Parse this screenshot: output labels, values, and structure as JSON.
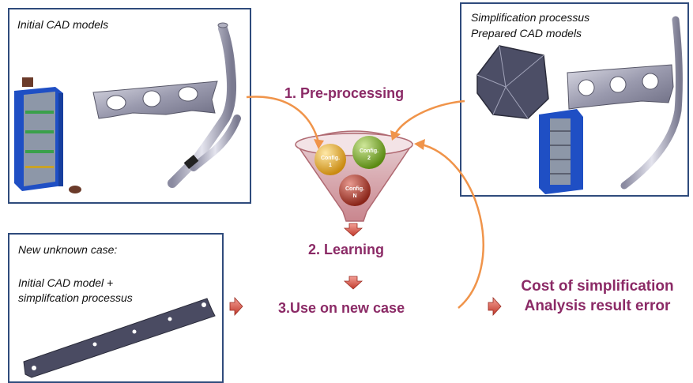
{
  "panels": {
    "initial": {
      "title": "Initial CAD models"
    },
    "simplified": {
      "title_line1": "Simplification processus",
      "title_line2": "Prepared CAD models"
    },
    "new_case": {
      "title": "New unknown case:",
      "desc_line1": "Initial CAD model +",
      "desc_line2": "simplifcation processus"
    }
  },
  "steps": {
    "pre_processing": "1. Pre-processing",
    "learning": "2. Learning",
    "use": "3.Use on new case"
  },
  "funnel": {
    "balls": [
      {
        "line1": "Config.",
        "line2": "1"
      },
      {
        "line1": "Config.",
        "line2": "2"
      },
      {
        "line1": "Config.",
        "line2": "N"
      }
    ]
  },
  "outputs": {
    "line1": "Cost of simplification",
    "line2": "Analysis result error"
  },
  "colors": {
    "accent": "#8b2a66",
    "arrow": "#f0944a",
    "frame": "#2f4b7c",
    "part_blue": "#1f4fc4"
  }
}
